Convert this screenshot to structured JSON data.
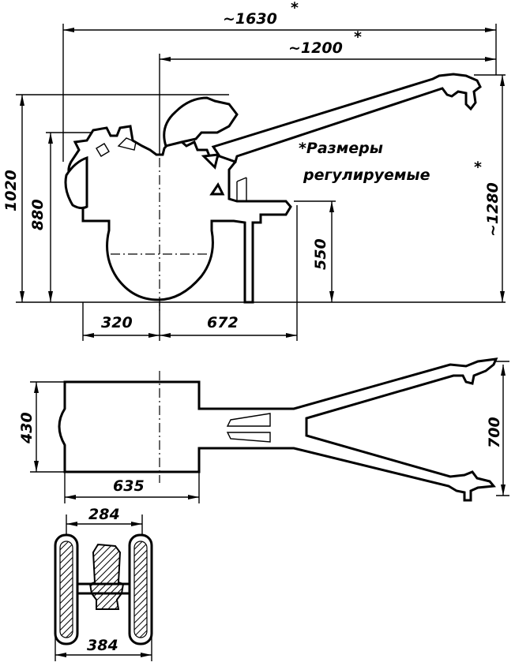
{
  "top_view": {
    "dim_overall_length": "~1630",
    "dim_handle_length": "~1200",
    "dim_height_total": "1020",
    "dim_height_engine": "880",
    "dim_handle_height": "~1280",
    "dim_frame_height": "550",
    "dim_axle_offset": "320",
    "dim_axle_to_frame": "672",
    "asterisk": "*",
    "note_line1": "*Размеры",
    "note_line2": "регулируемые"
  },
  "plan_view": {
    "dim_width": "430",
    "dim_handle_span": "700",
    "dim_body_length": "635"
  },
  "wheel_view": {
    "dim_track_inner": "284",
    "dim_track_outer": "384"
  }
}
